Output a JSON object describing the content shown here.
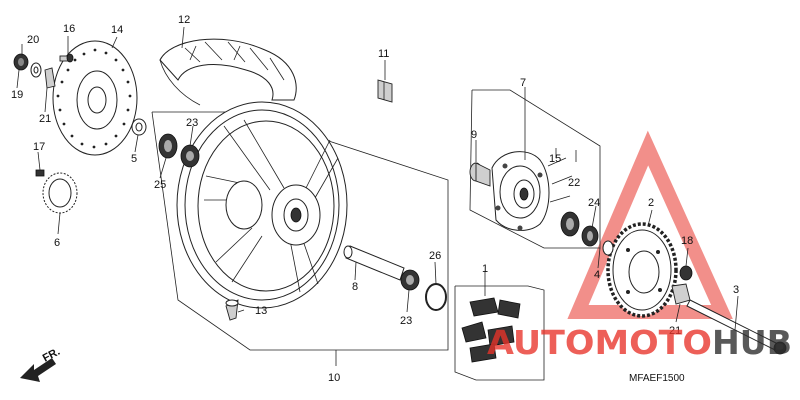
{
  "diagram": {
    "code": "MFAEF1500",
    "front_marker": "FR.",
    "labels": {
      "p1": "1",
      "p2": "2",
      "p3": "3",
      "p4": "4",
      "p5": "5",
      "p6": "6",
      "p7": "7",
      "p8": "8",
      "p9": "9",
      "p10": "10",
      "p11": "11",
      "p12": "12",
      "p13": "13",
      "p14": "14",
      "p15": "15",
      "p16": "16",
      "p17": "17",
      "p18": "18",
      "p19": "19",
      "p20": "20",
      "p21a": "21",
      "p21b": "21",
      "p22": "22",
      "p23a": "23",
      "p23b": "23",
      "p24": "24",
      "p25": "25",
      "p26": "26"
    }
  },
  "watermark": {
    "part1": "AUTOMOTO",
    "part2": "HUB",
    "color_primary": "#e8332a",
    "color_secondary": "#2b2b2b"
  }
}
